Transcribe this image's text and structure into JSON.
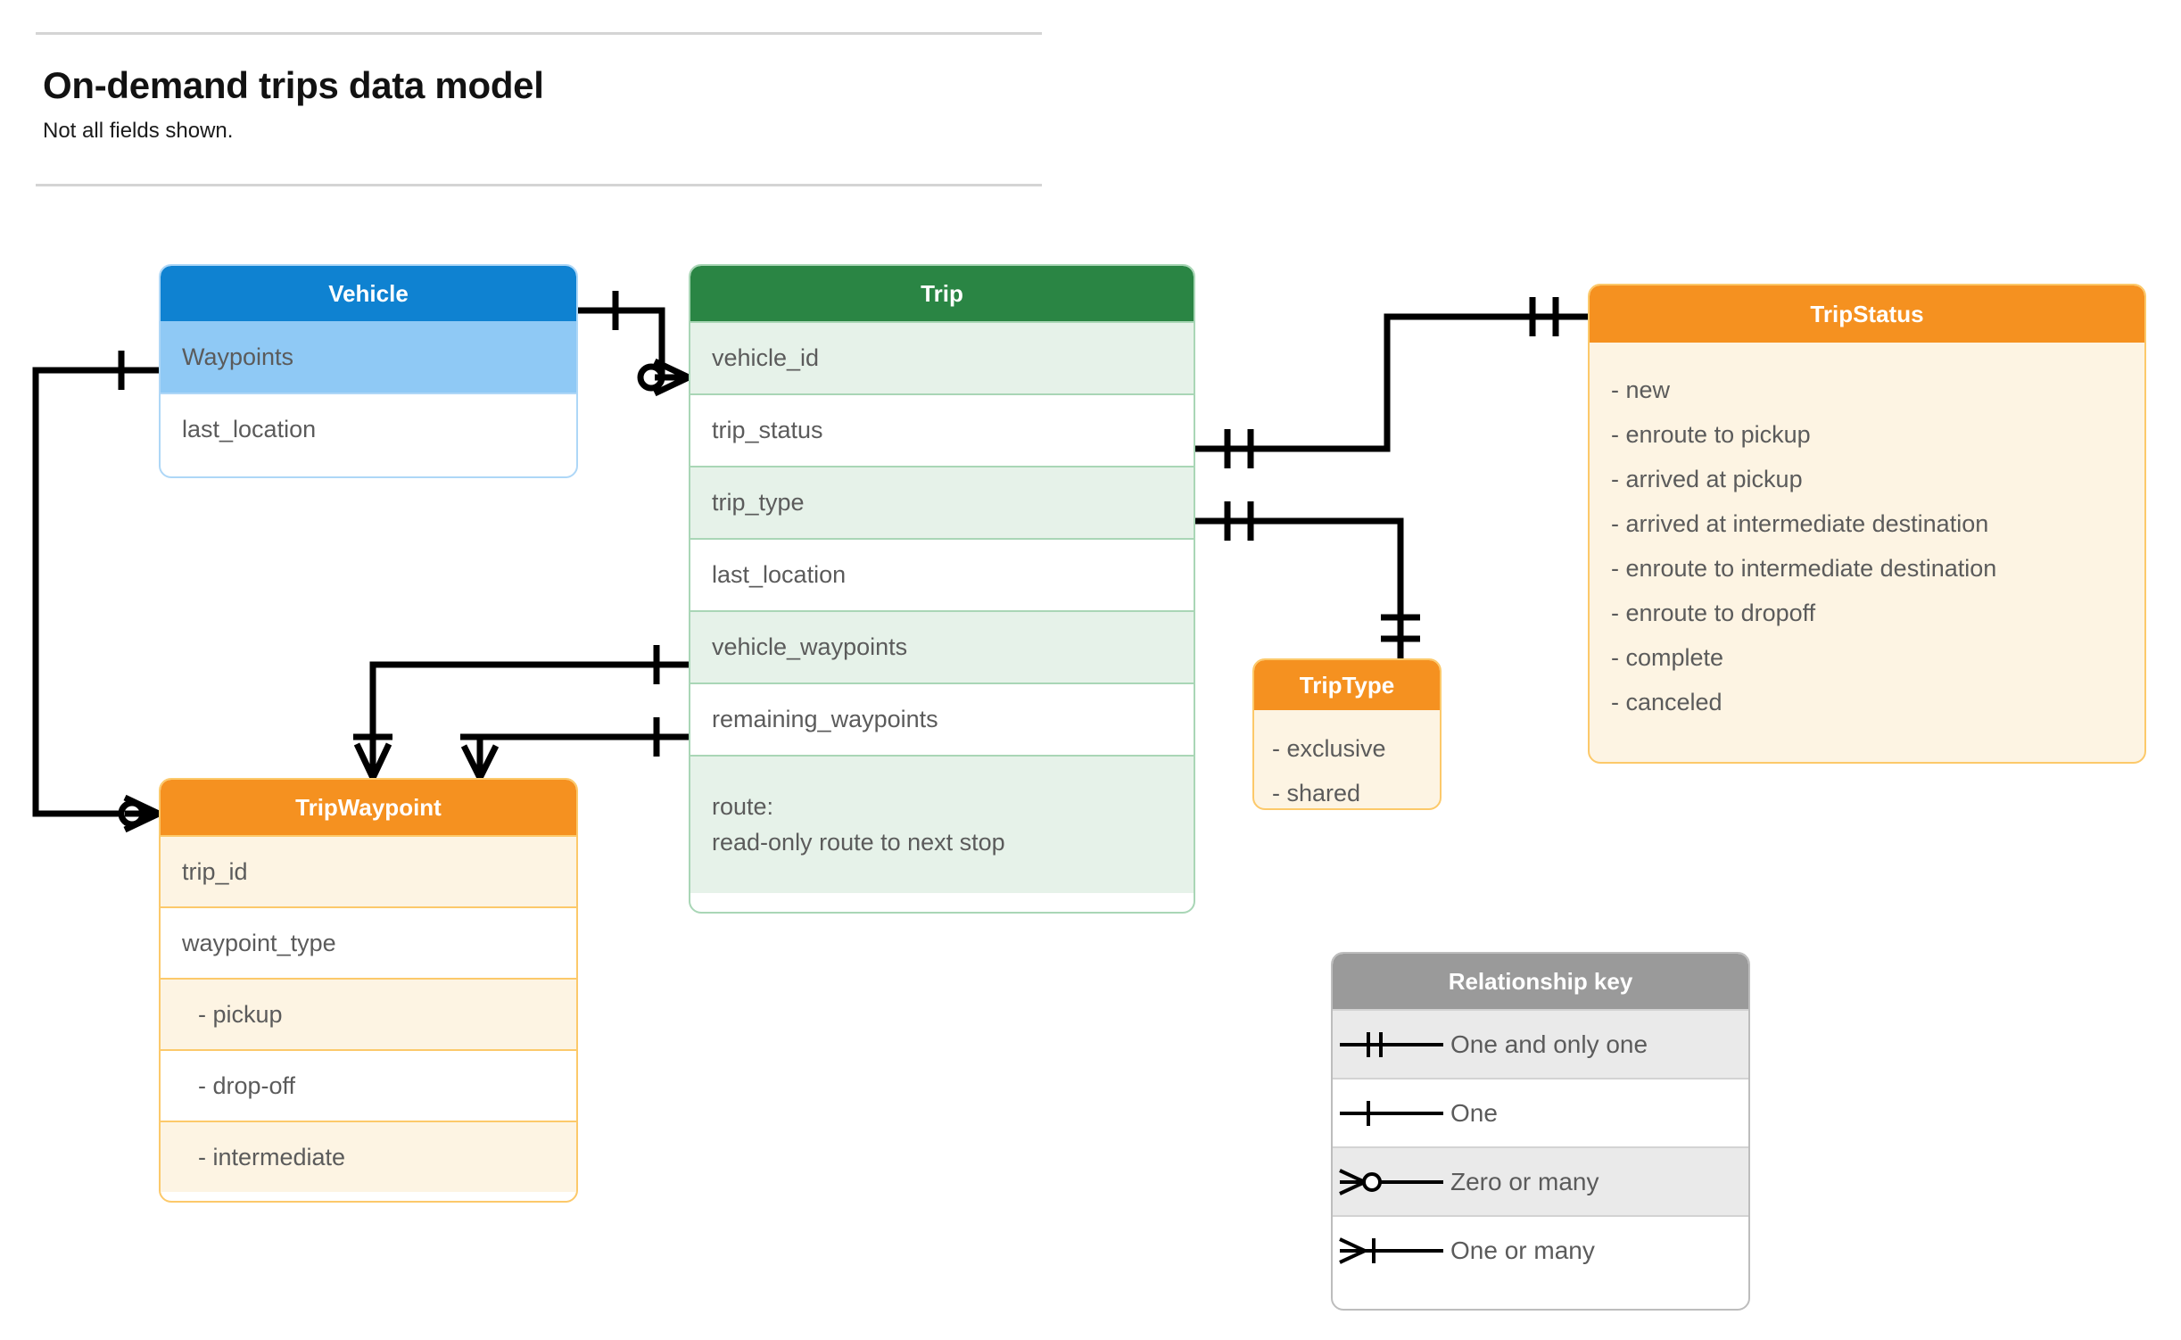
{
  "document": {
    "title": "On-demand trips data model",
    "subtitle": "Not all fields shown."
  },
  "entities": {
    "vehicle": {
      "name": "Vehicle",
      "header_color": "#0f82d1",
      "fields": [
        {
          "label": "Waypoints"
        },
        {
          "label": "last_location"
        }
      ]
    },
    "trip": {
      "name": "Trip",
      "header_color": "#2a8544",
      "fields": [
        {
          "label": "vehicle_id"
        },
        {
          "label": "trip_status"
        },
        {
          "label": "trip_type"
        },
        {
          "label": "last_location"
        },
        {
          "label": "vehicle_waypoints"
        },
        {
          "label": "remaining_waypoints"
        },
        {
          "label": "route:",
          "label2": "read-only route to next stop"
        }
      ]
    },
    "tripwaypoint": {
      "name": "TripWaypoint",
      "header_color": "#f59120",
      "fields": [
        {
          "label": "trip_id"
        },
        {
          "label": "waypoint_type"
        },
        {
          "label": "-  pickup"
        },
        {
          "label": "-  drop-off"
        },
        {
          "label": "-  intermediate"
        }
      ]
    },
    "tripstatus": {
      "name": "TripStatus",
      "header_color": "#f59120",
      "values": [
        "- new",
        "- enroute to pickup",
        "- arrived at pickup",
        "- arrived at intermediate destination",
        "- enroute to intermediate destination",
        "- enroute to dropoff",
        "- complete",
        "- canceled"
      ]
    },
    "triptype": {
      "name": "TripType",
      "header_color": "#f59120",
      "values": [
        "- exclusive",
        "- shared"
      ]
    }
  },
  "relationship_key": {
    "title": "Relationship key",
    "header_color": "#9a9a9a",
    "rows": [
      {
        "symbol": "one-and-only-one",
        "label": "One and only one"
      },
      {
        "symbol": "one",
        "label": "One"
      },
      {
        "symbol": "zero-or-many",
        "label": "Zero or many"
      },
      {
        "symbol": "one-or-many",
        "label": "One or many"
      }
    ]
  },
  "relationships": [
    {
      "from": "Vehicle.Waypoints",
      "to": "TripWaypoint",
      "from_cardinality": "one",
      "to_cardinality": "zero-or-many"
    },
    {
      "from": "Vehicle",
      "to": "Trip.vehicle_id",
      "from_cardinality": "one",
      "to_cardinality": "zero-or-many"
    },
    {
      "from": "Trip.trip_status",
      "to": "TripStatus",
      "from_cardinality": "one-and-only-one",
      "to_cardinality": "one-and-only-one"
    },
    {
      "from": "Trip.trip_type",
      "to": "TripType",
      "from_cardinality": "one-and-only-one",
      "to_cardinality": "one-and-only-one"
    },
    {
      "from": "Trip.vehicle_waypoints",
      "to": "TripWaypoint",
      "from_cardinality": "one",
      "to_cardinality": "one-or-many"
    },
    {
      "from": "Trip.remaining_waypoints",
      "to": "TripWaypoint",
      "from_cardinality": "one",
      "to_cardinality": "one-or-many"
    }
  ]
}
